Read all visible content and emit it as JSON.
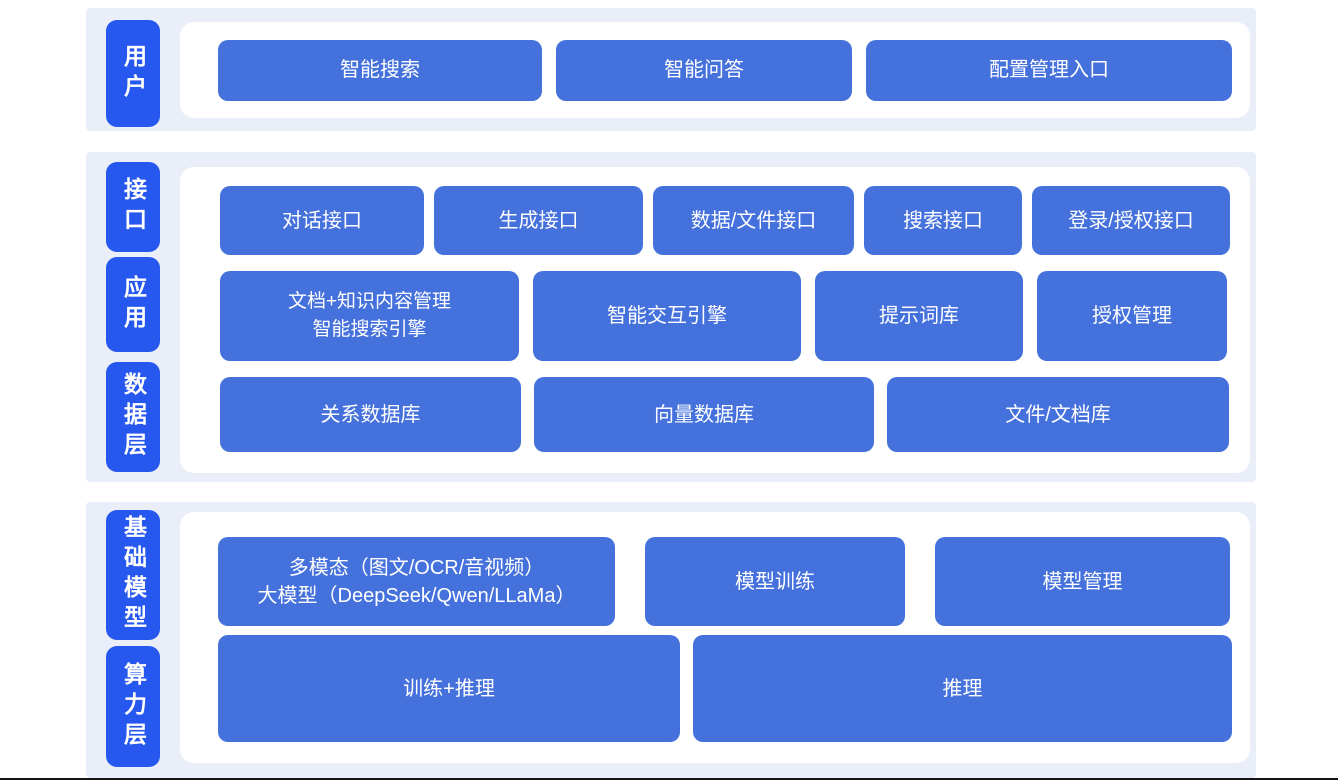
{
  "colors": {
    "label_blue": "#2657ef",
    "box_blue": "#4571dc",
    "band_background": "#e9eef8",
    "panel_background": "#ffffff",
    "text_white": "#ffffff",
    "bottom_divider": "#141414"
  },
  "bands": [
    {
      "labels": [
        "用户"
      ],
      "rows": [
        [
          "智能搜索",
          "智能问答",
          "配置管理入口"
        ]
      ]
    },
    {
      "labels": [
        "接口",
        "应用",
        "数据层"
      ],
      "rows": [
        [
          "对话接口",
          "生成接口",
          "数据/文件接口",
          "搜索接口",
          "登录/授权接口"
        ],
        [
          [
            "文档+知识内容管理",
            "智能搜索引擎"
          ],
          "智能交互引擎",
          "提示词库",
          "授权管理"
        ],
        [
          "关系数据库",
          "向量数据库",
          "文件/文档库"
        ]
      ]
    },
    {
      "labels": [
        "基础模型",
        "算力层"
      ],
      "rows": [
        [
          [
            "多模态（图文/OCR/音视频）",
            "大模型（DeepSeek/Qwen/LLaMa）"
          ],
          "模型训练",
          "模型管理"
        ],
        [
          "训练+推理",
          "推理"
        ]
      ]
    }
  ]
}
